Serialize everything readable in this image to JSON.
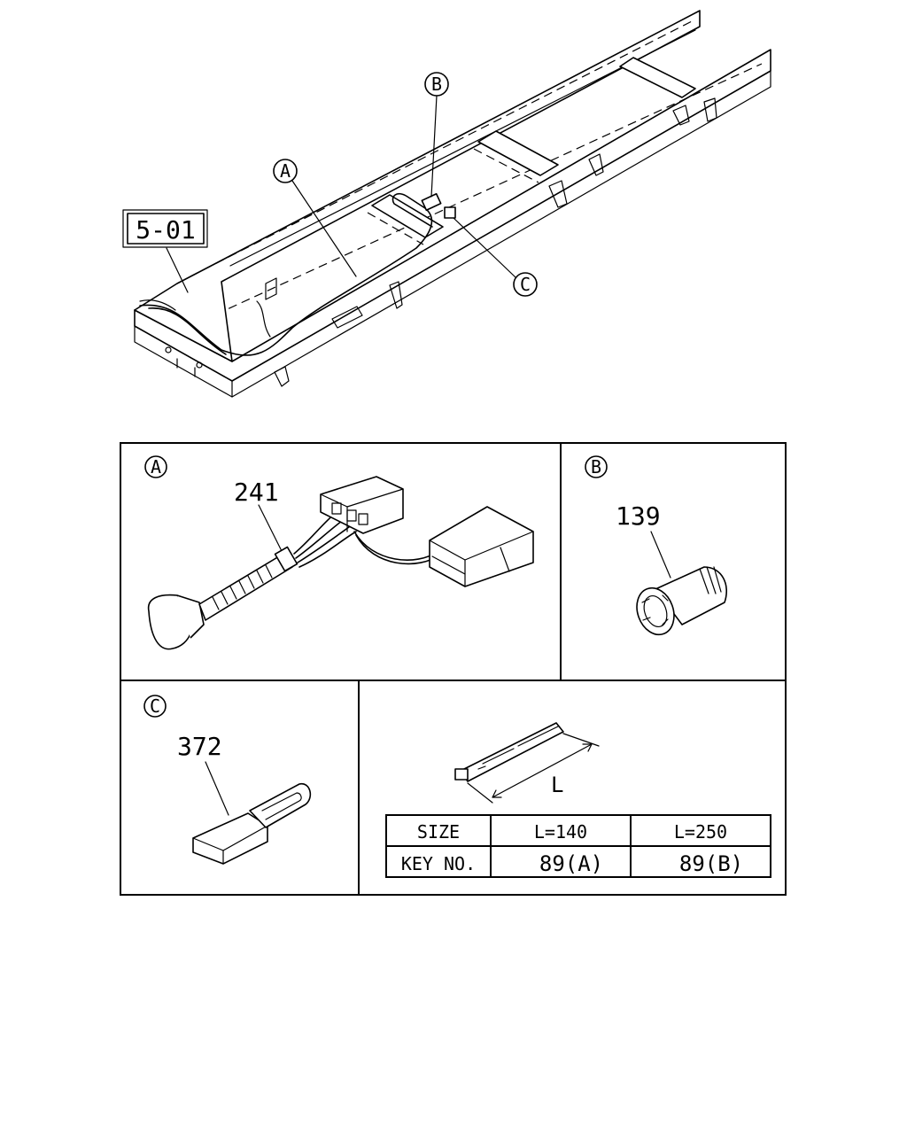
{
  "overview": {
    "ref_box": "5-01",
    "callout_a": "A",
    "callout_b": "B",
    "callout_c": "C"
  },
  "detail_a": {
    "tag": "A",
    "part_no": "241"
  },
  "detail_b": {
    "tag": "B",
    "part_no": "139"
  },
  "detail_c": {
    "tag": "C",
    "part_no": "372"
  },
  "clip_detail": {
    "dimension_label": "L",
    "table": {
      "header": [
        "SIZE",
        "L=140",
        "L=250"
      ],
      "row": [
        "KEY NO.",
        "89(A)",
        "89(B)"
      ]
    }
  }
}
